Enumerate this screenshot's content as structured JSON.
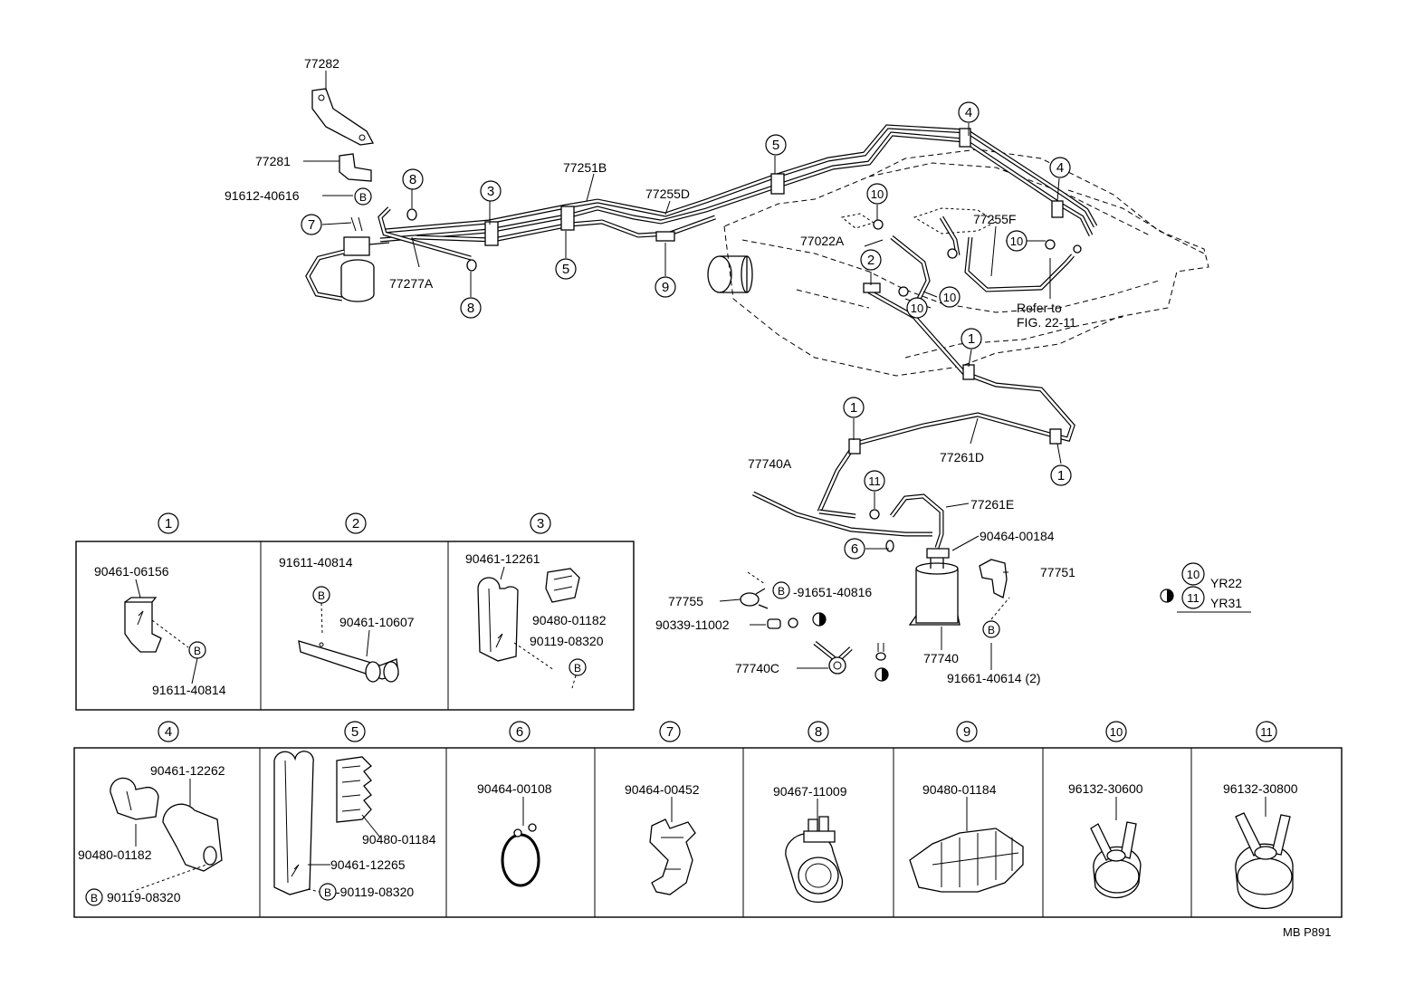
{
  "labels": {
    "p77282": "77282",
    "p77281": "77281",
    "p91612_40616": "91612-40616",
    "p77277A": "77277A",
    "p77251B": "77251B",
    "p77255D": "77255D",
    "p77022A": "77022A",
    "p77255F": "77255F",
    "refer_line1": "Refer to",
    "refer_line2": "FIG. 22-11",
    "p77740A": "77740A",
    "p77261D": "77261D",
    "p77261E": "77261E",
    "p90464_00184": "90464-00184",
    "p77751": "77751",
    "p77755": "77755",
    "p91651_40816": "-91651-40816",
    "p90339_11002": "90339-11002",
    "p77740C": "77740C",
    "p77740": "77740",
    "p91661_40614": "91661-40614 (2)",
    "yr22": "YR22",
    "yr31": "YR31",
    "figure_code": "MB P891"
  },
  "callouts": {
    "c1": "1",
    "c2": "2",
    "c3": "3",
    "c4": "4",
    "c5": "5",
    "c6": "6",
    "c7": "7",
    "c8": "8",
    "c9": "9",
    "c10": "10",
    "c11": "11",
    "bolt": "B"
  },
  "detail_boxes": {
    "b1": {
      "num": "1",
      "parts": [
        "90461-06156",
        "91611-40814"
      ]
    },
    "b2": {
      "num": "2",
      "parts": [
        "91611-40814",
        "90461-10607"
      ]
    },
    "b3": {
      "num": "3",
      "parts": [
        "90461-12261",
        "90480-01182",
        "90119-08320"
      ]
    },
    "b4": {
      "num": "4",
      "parts": [
        "90461-12262",
        "90480-01182",
        "90119-08320"
      ]
    },
    "b5": {
      "num": "5",
      "parts": [
        "90480-01184",
        "90461-12265",
        "-90119-08320"
      ]
    },
    "b6": {
      "num": "6",
      "parts": [
        "90464-00108"
      ]
    },
    "b7": {
      "num": "7",
      "parts": [
        "90464-00452"
      ]
    },
    "b8": {
      "num": "8",
      "parts": [
        "90467-11009"
      ]
    },
    "b9": {
      "num": "9",
      "parts": [
        "90480-01184"
      ]
    },
    "b10": {
      "num": "10",
      "parts": [
        "96132-30600"
      ]
    },
    "b11": {
      "num": "11",
      "parts": [
        "96132-30800"
      ]
    }
  }
}
